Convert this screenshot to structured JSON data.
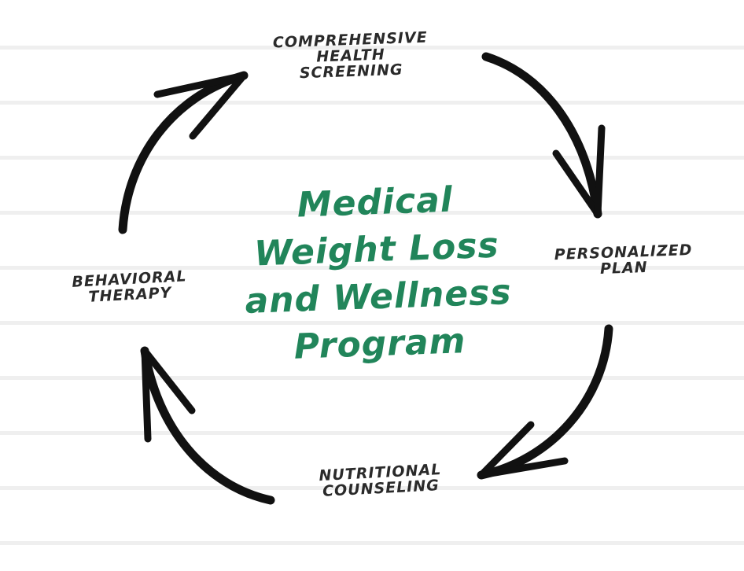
{
  "title": {
    "lines": [
      "Medical",
      "Weight Loss",
      "and Wellness",
      "Program"
    ]
  },
  "steps": [
    {
      "id": "screening",
      "lines": [
        "Comprehensive",
        "Health",
        "Screening"
      ]
    },
    {
      "id": "plan",
      "lines": [
        "Personalized",
        "Plan"
      ]
    },
    {
      "id": "nutrition",
      "lines": [
        "Nutritional",
        "Counseling"
      ]
    },
    {
      "id": "behavioral",
      "lines": [
        "Behavioral",
        "Therapy"
      ]
    }
  ],
  "colors": {
    "title": "#21855a",
    "text": "#2a2a2a",
    "arrow": "#111111",
    "rule_lines": "#efefef"
  }
}
